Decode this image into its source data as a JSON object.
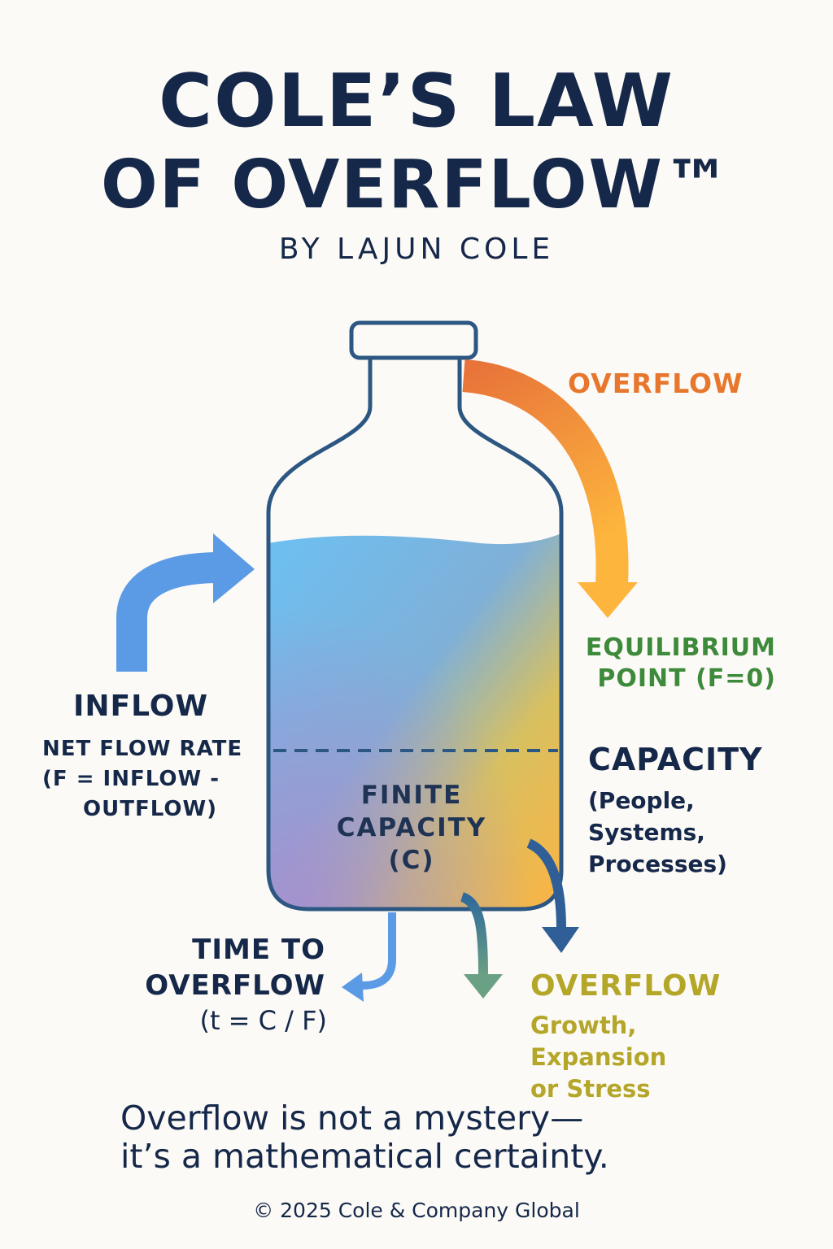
{
  "title_line1": "COLE’S LAW",
  "title_line2": "OF OVERFLOW™",
  "byline": "BY LAJUN COLE",
  "overflow_top": "OVERFLOW",
  "equilibrium": {
    "line1": "EQUILIBRIUM",
    "line2": "POINT (F=0)"
  },
  "inflow": {
    "title": "INFLOW",
    "line1": "NET FLOW RATE",
    "line2": "(F = INFLOW -",
    "line3": "OUTFLOW)"
  },
  "capacity": {
    "title": "CAPACITY",
    "line1": "(People,",
    "line2": "Systems,",
    "line3": "Processes)"
  },
  "finite": {
    "line1": "FINITE",
    "line2": "CAPACITY",
    "line3": "(C)"
  },
  "time": {
    "line1": "TIME TO",
    "line2": "OVERFLOW",
    "formula": "(t = C / F)"
  },
  "overflow_bottom": {
    "title": "OVERFLOW",
    "line1": "Growth,",
    "line2": "Expansion",
    "line3": "or Stress"
  },
  "tagline": {
    "line1": "Overflow is not a mystery—",
    "line2": "it’s a mathematical certainty."
  },
  "copyright": "© 2025 Cole & Company Global",
  "colors": {
    "navy": "#15284a",
    "orange": "#e8772e",
    "green": "#3d8a3a",
    "olive": "#b4a628",
    "blue": "#5b9be6"
  }
}
